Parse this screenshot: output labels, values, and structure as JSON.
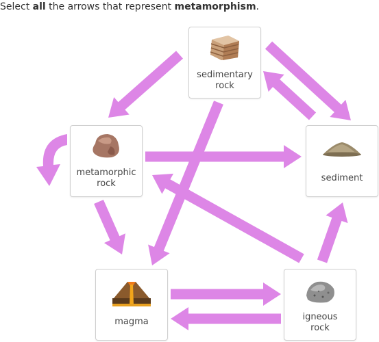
{
  "prompt": {
    "select": "Select ",
    "all": "all",
    "middle": " the arrows that represent ",
    "keyword": "metamorphism",
    "end": "."
  },
  "colors": {
    "arrow": "#dd86e6",
    "arrow_hover": "#c65bd2",
    "card_border": "#cfcfcf"
  },
  "nodes": {
    "sedimentary": {
      "line1": "sedimentary",
      "line2": "rock",
      "icon": "sedimentary-rock-icon"
    },
    "metamorphic": {
      "line1": "metamorphic",
      "line2": "rock",
      "icon": "metamorphic-rock-icon"
    },
    "sediment": {
      "line1": "sediment",
      "icon": "sediment-pile-icon"
    },
    "magma": {
      "line1": "magma",
      "icon": "volcano-icon"
    },
    "igneous": {
      "line1": "igneous",
      "line2": "rock",
      "icon": "igneous-rock-icon"
    }
  },
  "arrows": [
    "sedimentary-to-metamorphic",
    "sedimentary-to-sediment",
    "sediment-to-sedimentary",
    "sedimentary-to-magma",
    "metamorphic-self-loop",
    "metamorphic-to-sediment",
    "metamorphic-to-magma",
    "igneous-to-metamorphic",
    "igneous-to-sediment",
    "magma-to-igneous",
    "igneous-to-magma"
  ]
}
